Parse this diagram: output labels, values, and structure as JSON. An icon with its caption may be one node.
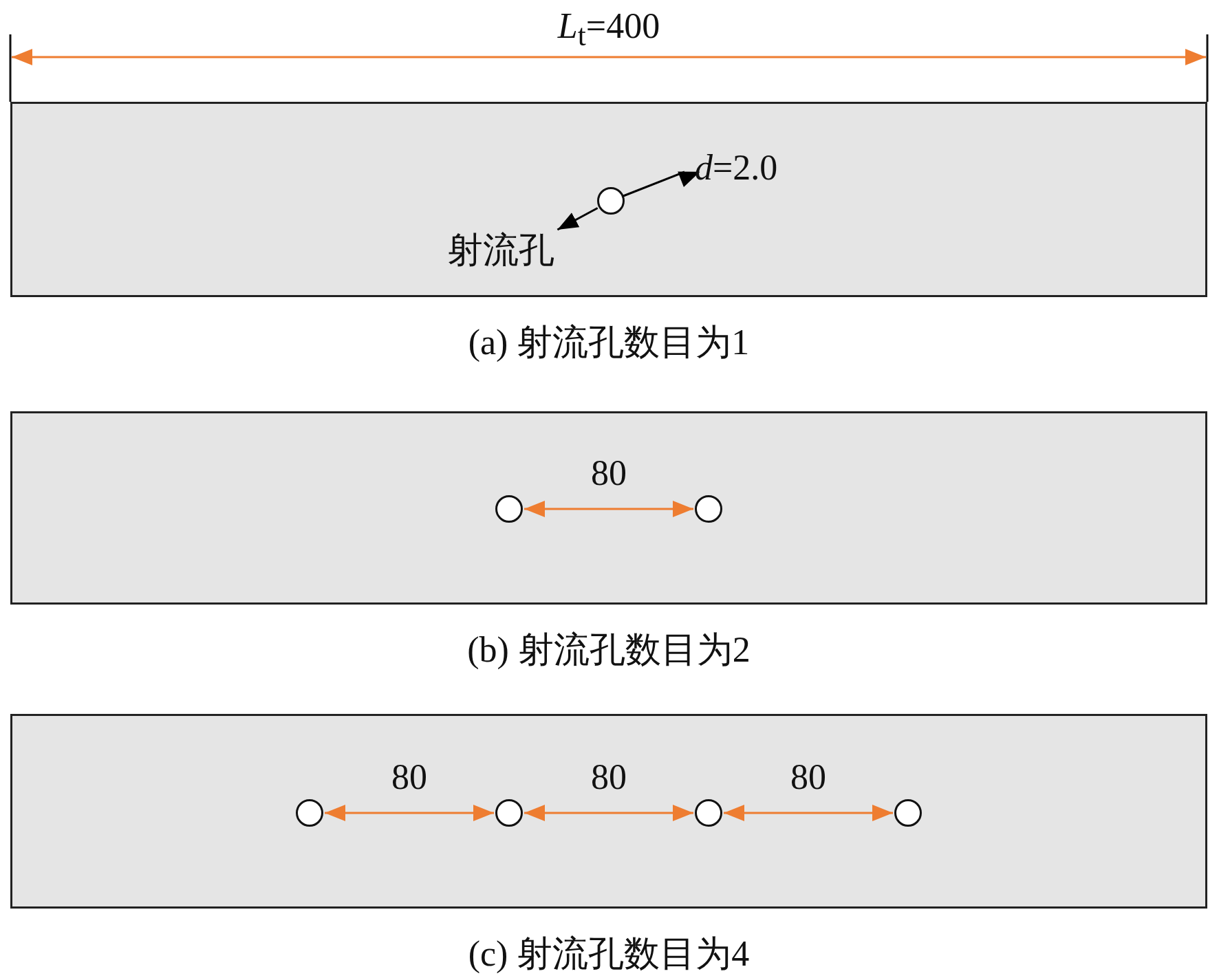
{
  "diagram": {
    "nodes": [
      {
        "text": [],
        "shape": "box",
        "beside": [
          "(a) 射流孔数目为1"
        ]
      },
      {
        "text": [],
        "shape": "circle",
        "in": 0
      },
      {
        "text": [
          "射流孔"
        ],
        "in": 0
      },
      {
        "text": [],
        "shape": "box",
        "beside": [
          "(b) 射流孔数目为2"
        ]
      },
      {
        "text": [],
        "shape": "circle",
        "in": 3
      },
      {
        "text": [],
        "shape": "circle",
        "in": 3
      },
      {
        "text": [],
        "shape": "box",
        "beside": [
          "(c) 射流孔数目为4"
        ]
      },
      {
        "text": [],
        "shape": "circle",
        "in": 6
      },
      {
        "text": [],
        "shape": "circle",
        "in": 6
      },
      {
        "text": [],
        "shape": "circle",
        "in": 6
      },
      {
        "text": [],
        "shape": "circle",
        "in": 6
      }
    ],
    "edges": [
      {
        "from": 1,
        "to": 2,
        "arrow": "to",
        "color": "#000000"
      },
      {
        "from": 4,
        "to": 5,
        "arrow": "both",
        "label": "80",
        "color": "#ee7d31"
      },
      {
        "from": 7,
        "to": 8,
        "arrow": "both",
        "label": "80",
        "color": "#ee7d31"
      },
      {
        "from": 8,
        "to": 9,
        "arrow": "both",
        "label": "80",
        "color": "#ee7d31"
      },
      {
        "from": 9,
        "to": 10,
        "arrow": "both",
        "label": "80",
        "color": "#ee7d31"
      }
    ],
    "labels": [
      "*L*$_{t}$=400",
      "*d*=2.0"
    ]
  }
}
